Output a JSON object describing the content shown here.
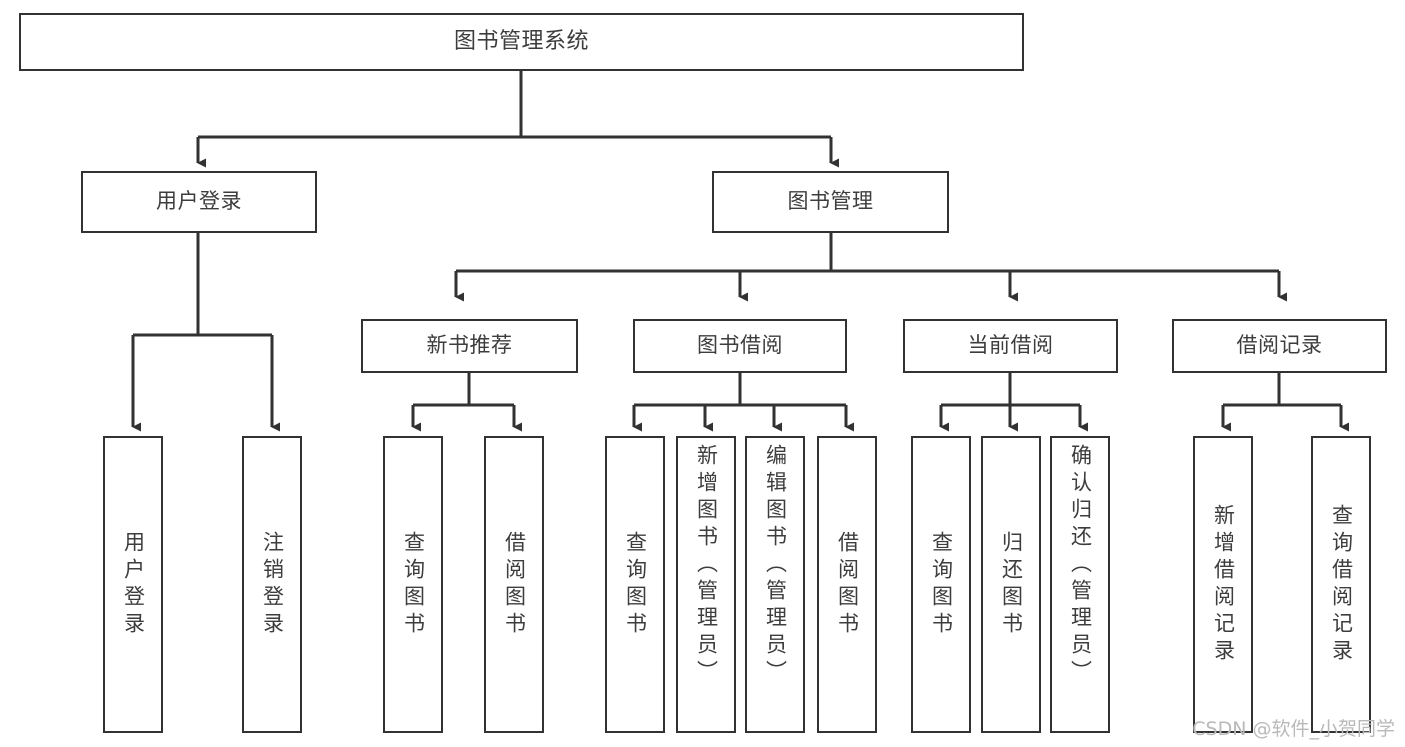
{
  "diagram": {
    "title": "图书管理系统",
    "watermark": "CSDN @软件_小贺同学",
    "colors": {
      "box_border": "#323232",
      "box_fill": "#ffffff",
      "connector": "#323232",
      "text": "#3d3d3d",
      "watermark": "#b9b9b9",
      "background": "#ffffff"
    },
    "nodes": {
      "root": "图书管理系统",
      "level1": [
        "用户登录",
        "图书管理"
      ],
      "level2": [
        "新书推荐",
        "图书借阅",
        "当前借阅",
        "借阅记录"
      ],
      "leaves": {
        "user_login": [
          "用户登录",
          "注销登录"
        ],
        "new_book_recommend": [
          "查询图书",
          "借阅图书"
        ],
        "book_borrow": [
          "查询图书",
          "新增图书（管理员）",
          "编辑图书（管理员）",
          "借阅图书"
        ],
        "current_borrow": [
          "查询图书",
          "归还图书",
          "确认归还（管理员）"
        ],
        "borrow_record": [
          "新增借阅记录",
          "查询借阅记录"
        ]
      }
    }
  }
}
